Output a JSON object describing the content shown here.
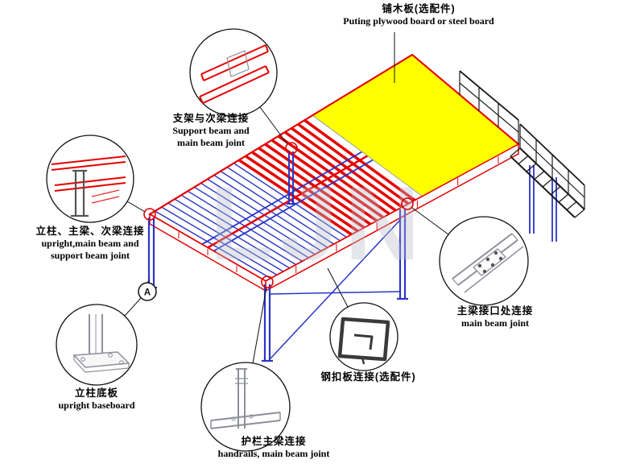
{
  "watermark": "LJN",
  "section_marker": "A",
  "callouts": {
    "plywood": {
      "zh": "铺木板(选配件)",
      "en": "Puting plywood board or steel board"
    },
    "support_beam": {
      "zh": "支架与次梁连接",
      "en1": "Support beam and",
      "en2": "main beam joint"
    },
    "upright_main_support": {
      "zh": "立柱、主梁、次梁连接",
      "en1": "upright,main beam and",
      "en2": "support beam joint"
    },
    "upright_baseboard": {
      "zh": "立柱底板",
      "en": "upright baseboard"
    },
    "handrails": {
      "zh": "护栏主梁连接",
      "en": "handrails, main beam joint"
    },
    "steel_buckle": {
      "zh": "钢扣板连接(选配件)"
    },
    "main_beam": {
      "zh": "主梁接口处连接",
      "en": "main beam joint"
    }
  },
  "colors": {
    "beam_red": "#e60000",
    "deck_yellow": "#ffff00",
    "structure_blue": "#2a35c8",
    "stairs_black": "#1a1a1a",
    "detail_gray": "#8d9099",
    "marker_red": "#dd0000",
    "watermark_gray": "#b9c0cc"
  }
}
